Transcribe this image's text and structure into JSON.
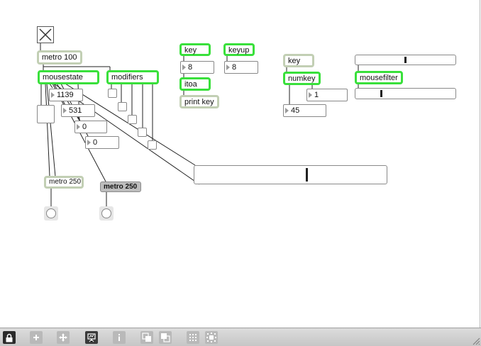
{
  "objects": {
    "metro100": "metro 100",
    "mousestate": "mousestate",
    "modifiers": "modifiers",
    "key1": "key",
    "keyup": "keyup",
    "itoa": "itoa",
    "print_key": "print key",
    "key2": "key",
    "numkey": "numkey",
    "mousefilter": "mousefilter",
    "metro250a": "metro 250",
    "metro250b": "metro 250"
  },
  "numbers": {
    "mouse_x": "1139",
    "mouse_y": "531",
    "delta_x": "0",
    "delta_y": "0",
    "key_value": "8",
    "keyup_value": "8",
    "numkey_value": "45",
    "numkey_flag": "1"
  },
  "sliders": {
    "top_right": 0.49,
    "bottom_right": 0.24,
    "large": 0.58
  },
  "toolbar": {
    "icons": [
      "lock-icon",
      "add-object-icon",
      "move-icon",
      "presentation-icon",
      "info-icon",
      "layer-front-icon",
      "layer-back-icon",
      "grid-icon",
      "snap-icon"
    ]
  },
  "colors": {
    "object_border_active": "#39e03b",
    "object_border_idle": "#c2cfb4"
  }
}
